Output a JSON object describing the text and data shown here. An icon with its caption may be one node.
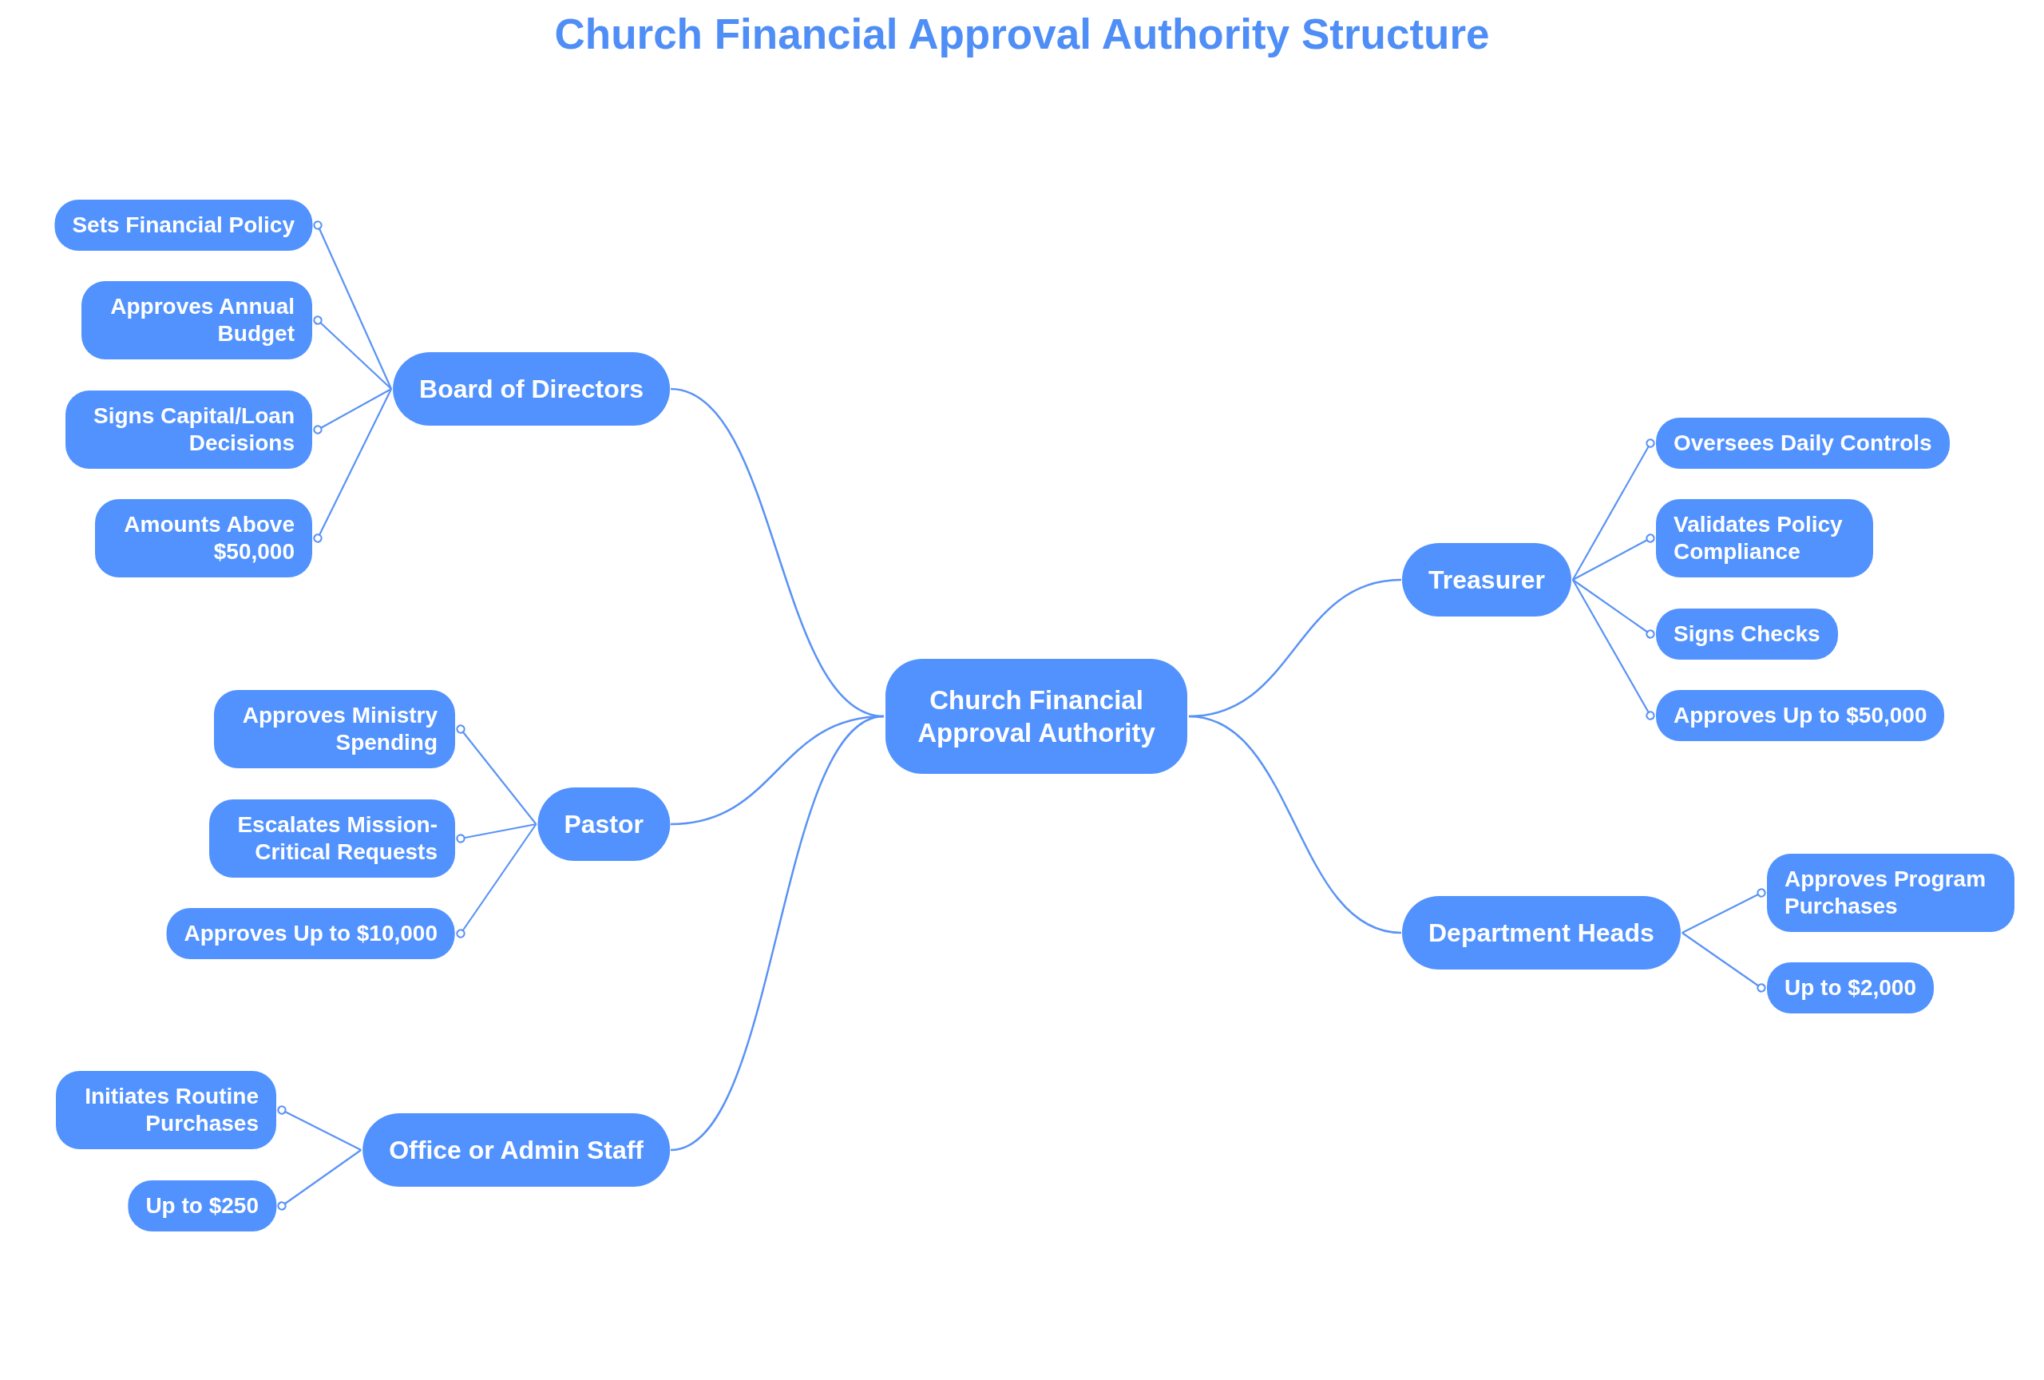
{
  "diagram": {
    "title": "Church Financial Approval Authority Structure",
    "nodes": [
      {
        "text": [
          "Church Financial Approval Authority"
        ]
      },
      {
        "text": [
          "Board of Directors"
        ]
      },
      {
        "text": [
          "Sets Financial Policy"
        ]
      },
      {
        "text": [
          "Approves Annual Budget"
        ]
      },
      {
        "text": [
          "Signs Capital/Loan Decisions"
        ]
      },
      {
        "text": [
          "Amounts Above $50,000"
        ]
      },
      {
        "text": [
          "Pastor"
        ]
      },
      {
        "text": [
          "Approves Ministry Spending"
        ]
      },
      {
        "text": [
          "Escalates Mission-Critical Requests"
        ]
      },
      {
        "text": [
          "Approves Up to $10,000"
        ]
      },
      {
        "text": [
          "Office or Admin Staff"
        ]
      },
      {
        "text": [
          "Initiates Routine Purchases"
        ]
      },
      {
        "text": [
          "Up to $250"
        ]
      },
      {
        "text": [
          "Treasurer"
        ]
      },
      {
        "text": [
          "Oversees Daily Controls"
        ]
      },
      {
        "text": [
          "Validates Policy Compliance"
        ]
      },
      {
        "text": [
          "Signs Checks"
        ]
      },
      {
        "text": [
          "Approves Up to $50,000"
        ]
      },
      {
        "text": [
          "Department Heads"
        ]
      },
      {
        "text": [
          "Approves Program Purchases"
        ]
      },
      {
        "text": [
          "Up to $2,000"
        ]
      }
    ],
    "edges": [
      {
        "from": 0,
        "to": 1,
        "arrow": "none"
      },
      {
        "from": 1,
        "to": 2,
        "arrow": "other"
      },
      {
        "from": 1,
        "to": 3,
        "arrow": "other"
      },
      {
        "from": 1,
        "to": 4,
        "arrow": "other"
      },
      {
        "from": 1,
        "to": 5,
        "arrow": "other"
      },
      {
        "from": 0,
        "to": 6,
        "arrow": "none"
      },
      {
        "from": 6,
        "to": 7,
        "arrow": "other"
      },
      {
        "from": 6,
        "to": 8,
        "arrow": "other"
      },
      {
        "from": 6,
        "to": 9,
        "arrow": "other"
      },
      {
        "from": 0,
        "to": 10,
        "arrow": "none"
      },
      {
        "from": 10,
        "to": 11,
        "arrow": "other"
      },
      {
        "from": 10,
        "to": 12,
        "arrow": "other"
      },
      {
        "from": 0,
        "to": 13,
        "arrow": "none"
      },
      {
        "from": 13,
        "to": 14,
        "arrow": "other"
      },
      {
        "from": 13,
        "to": 15,
        "arrow": "other"
      },
      {
        "from": 13,
        "to": 16,
        "arrow": "other"
      },
      {
        "from": 13,
        "to": 17,
        "arrow": "other"
      },
      {
        "from": 0,
        "to": 18,
        "arrow": "none"
      },
      {
        "from": 18,
        "to": 19,
        "arrow": "other"
      },
      {
        "from": 18,
        "to": 20,
        "arrow": "other"
      }
    ]
  }
}
